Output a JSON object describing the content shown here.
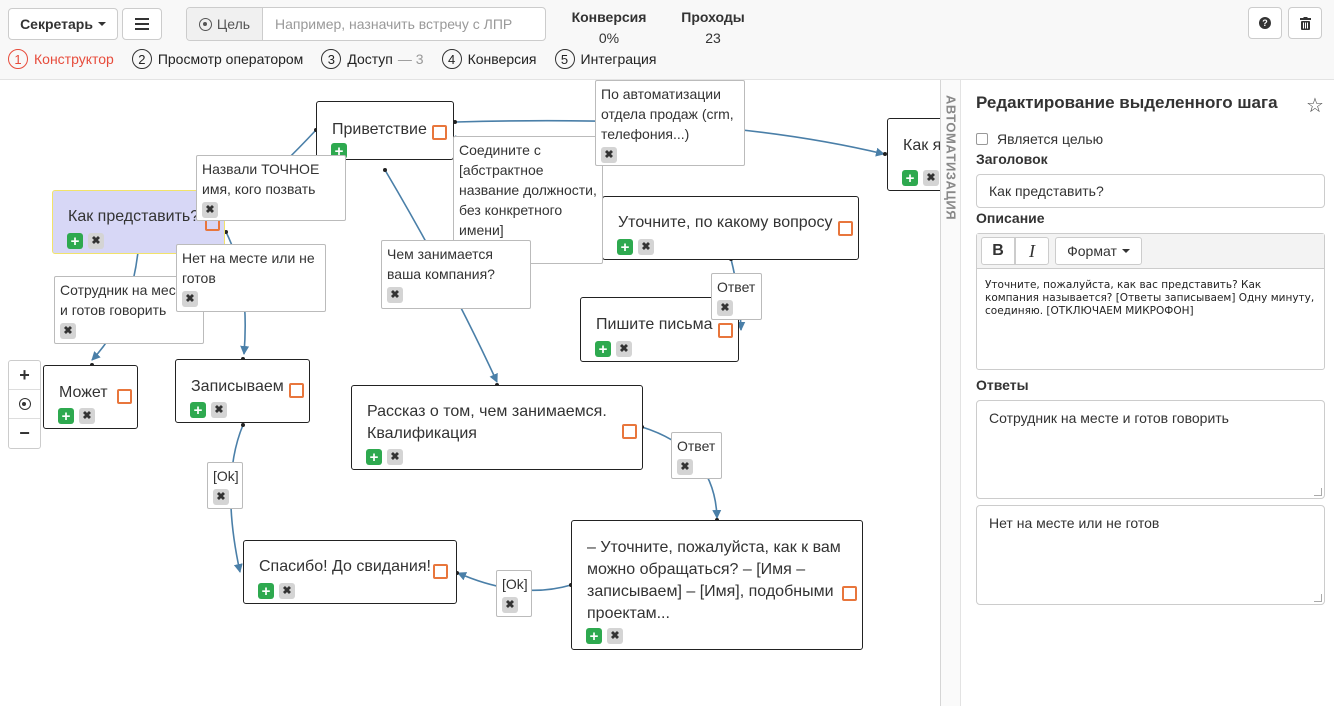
{
  "header": {
    "role_button": "Секретарь",
    "goal_addon": "Цель",
    "goal_placeholder": "Например, назначить встречу с ЛПР",
    "conversion_label": "Конверсия",
    "conversion_value": "0%",
    "passes_label": "Проходы",
    "passes_value": "23",
    "help_symbol": "?",
    "menu_icon": "hamburger-icon",
    "trash_icon": "trash-icon"
  },
  "tabs": [
    {
      "num": "1",
      "label": "Конструктор",
      "active": true
    },
    {
      "num": "2",
      "label": "Просмотр оператором"
    },
    {
      "num": "3",
      "label": "Доступ",
      "extra": "— 3"
    },
    {
      "num": "4",
      "label": "Конверсия"
    },
    {
      "num": "5",
      "label": "Интеграция"
    }
  ],
  "nodes": [
    {
      "id": "greeting",
      "title": "Приветствие"
    },
    {
      "id": "how-introduce",
      "title": "Как представить?"
    },
    {
      "id": "how-top-right",
      "title": "Как я"
    },
    {
      "id": "clarify",
      "title": "Уточните, по какому вопросу"
    },
    {
      "id": "write-letters",
      "title": "Пишите письма"
    },
    {
      "id": "can",
      "title": "Может"
    },
    {
      "id": "record",
      "title": "Записываем"
    },
    {
      "id": "story",
      "title": "Рассказ о том, чем занимаемся. Квалификация"
    },
    {
      "id": "thanks",
      "title": "Спасибо! До свидания!"
    },
    {
      "id": "clarify-name",
      "title": "– Уточните, пожалуйста, как к вам можно обращаться? – [Имя – записываем] – [Имя], подобными проектам..."
    }
  ],
  "edge_labels": [
    {
      "id": "automation",
      "text": "По автоматизации отдела продаж (crm, телефония...)"
    },
    {
      "id": "connect",
      "text": "Соедините с [абстрактное название должности, без конкретного имени]"
    },
    {
      "id": "exact-name",
      "text": "Назвали ТОЧНОЕ имя, кого позвать"
    },
    {
      "id": "what-company",
      "text": "Чем занимается ваша компания?"
    },
    {
      "id": "not-here",
      "text": "Нет на месте или не готов"
    },
    {
      "id": "employee-ready",
      "text": "Сотрудник на месте и готов говорить"
    },
    {
      "id": "answer-1",
      "text": "Ответ"
    },
    {
      "id": "answer-2",
      "text": "Ответ"
    },
    {
      "id": "ok-1",
      "text": "[Ok]"
    },
    {
      "id": "ok-2",
      "text": "[Ok]"
    }
  ],
  "zoom": {
    "plus": "+",
    "minus": "−"
  },
  "panel": {
    "side_tab": "АВТОМАТИЗАЦИЯ",
    "title": "Редактирование выделенного шага",
    "star": "☆",
    "is_goal_label": "Является целью",
    "heading_label": "Заголовок",
    "heading_value": "Как представить?",
    "description_label": "Описание",
    "bold_btn": "B",
    "italic_btn": "I",
    "format_btn": "Формат",
    "description_text": "Уточните, пожалуйста, как вас представить? Как компания называется? [Ответы записываем] Одну минуту, соединяю. [ОТКЛЮЧАЕМ МИКРОФОН]",
    "answers_label": "Ответы",
    "answers": [
      "Сотрудник на месте и готов говорить",
      "Нет на месте или не готов"
    ]
  },
  "colors": {
    "accent": "#e74c3c",
    "edge": "#4a7fa8",
    "checkbox": "#e8763c",
    "add": "#2ea94f",
    "selected_bg": "#d7d7f6"
  }
}
